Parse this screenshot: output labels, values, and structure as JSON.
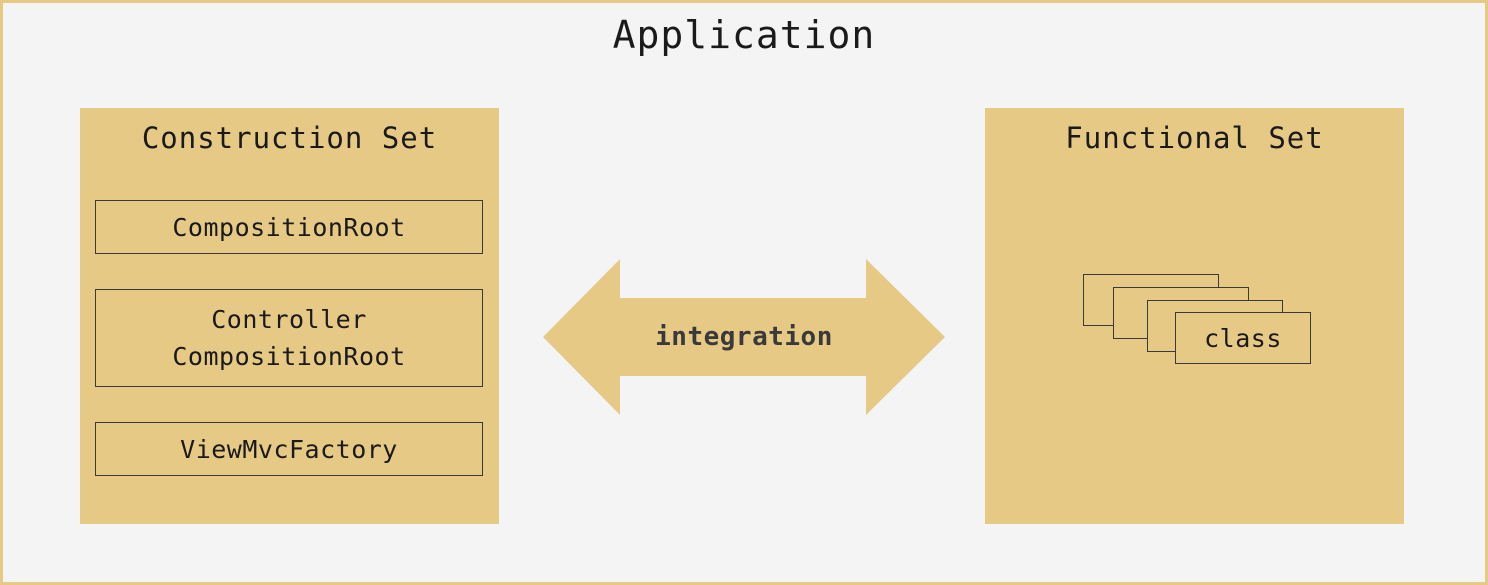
{
  "application": {
    "title": "Application"
  },
  "construction_set": {
    "title": "Construction Set",
    "components": [
      {
        "lines": [
          "CompositionRoot"
        ]
      },
      {
        "lines": [
          "Controller",
          "CompositionRoot"
        ]
      },
      {
        "lines": [
          "ViewMvcFactory"
        ]
      }
    ]
  },
  "integration": {
    "label": "integration"
  },
  "functional_set": {
    "title": "Functional Set",
    "class_label": "class"
  },
  "colors": {
    "panel": "#e6c985",
    "background": "#f4f4f4",
    "outline": "#3a3a3a"
  }
}
